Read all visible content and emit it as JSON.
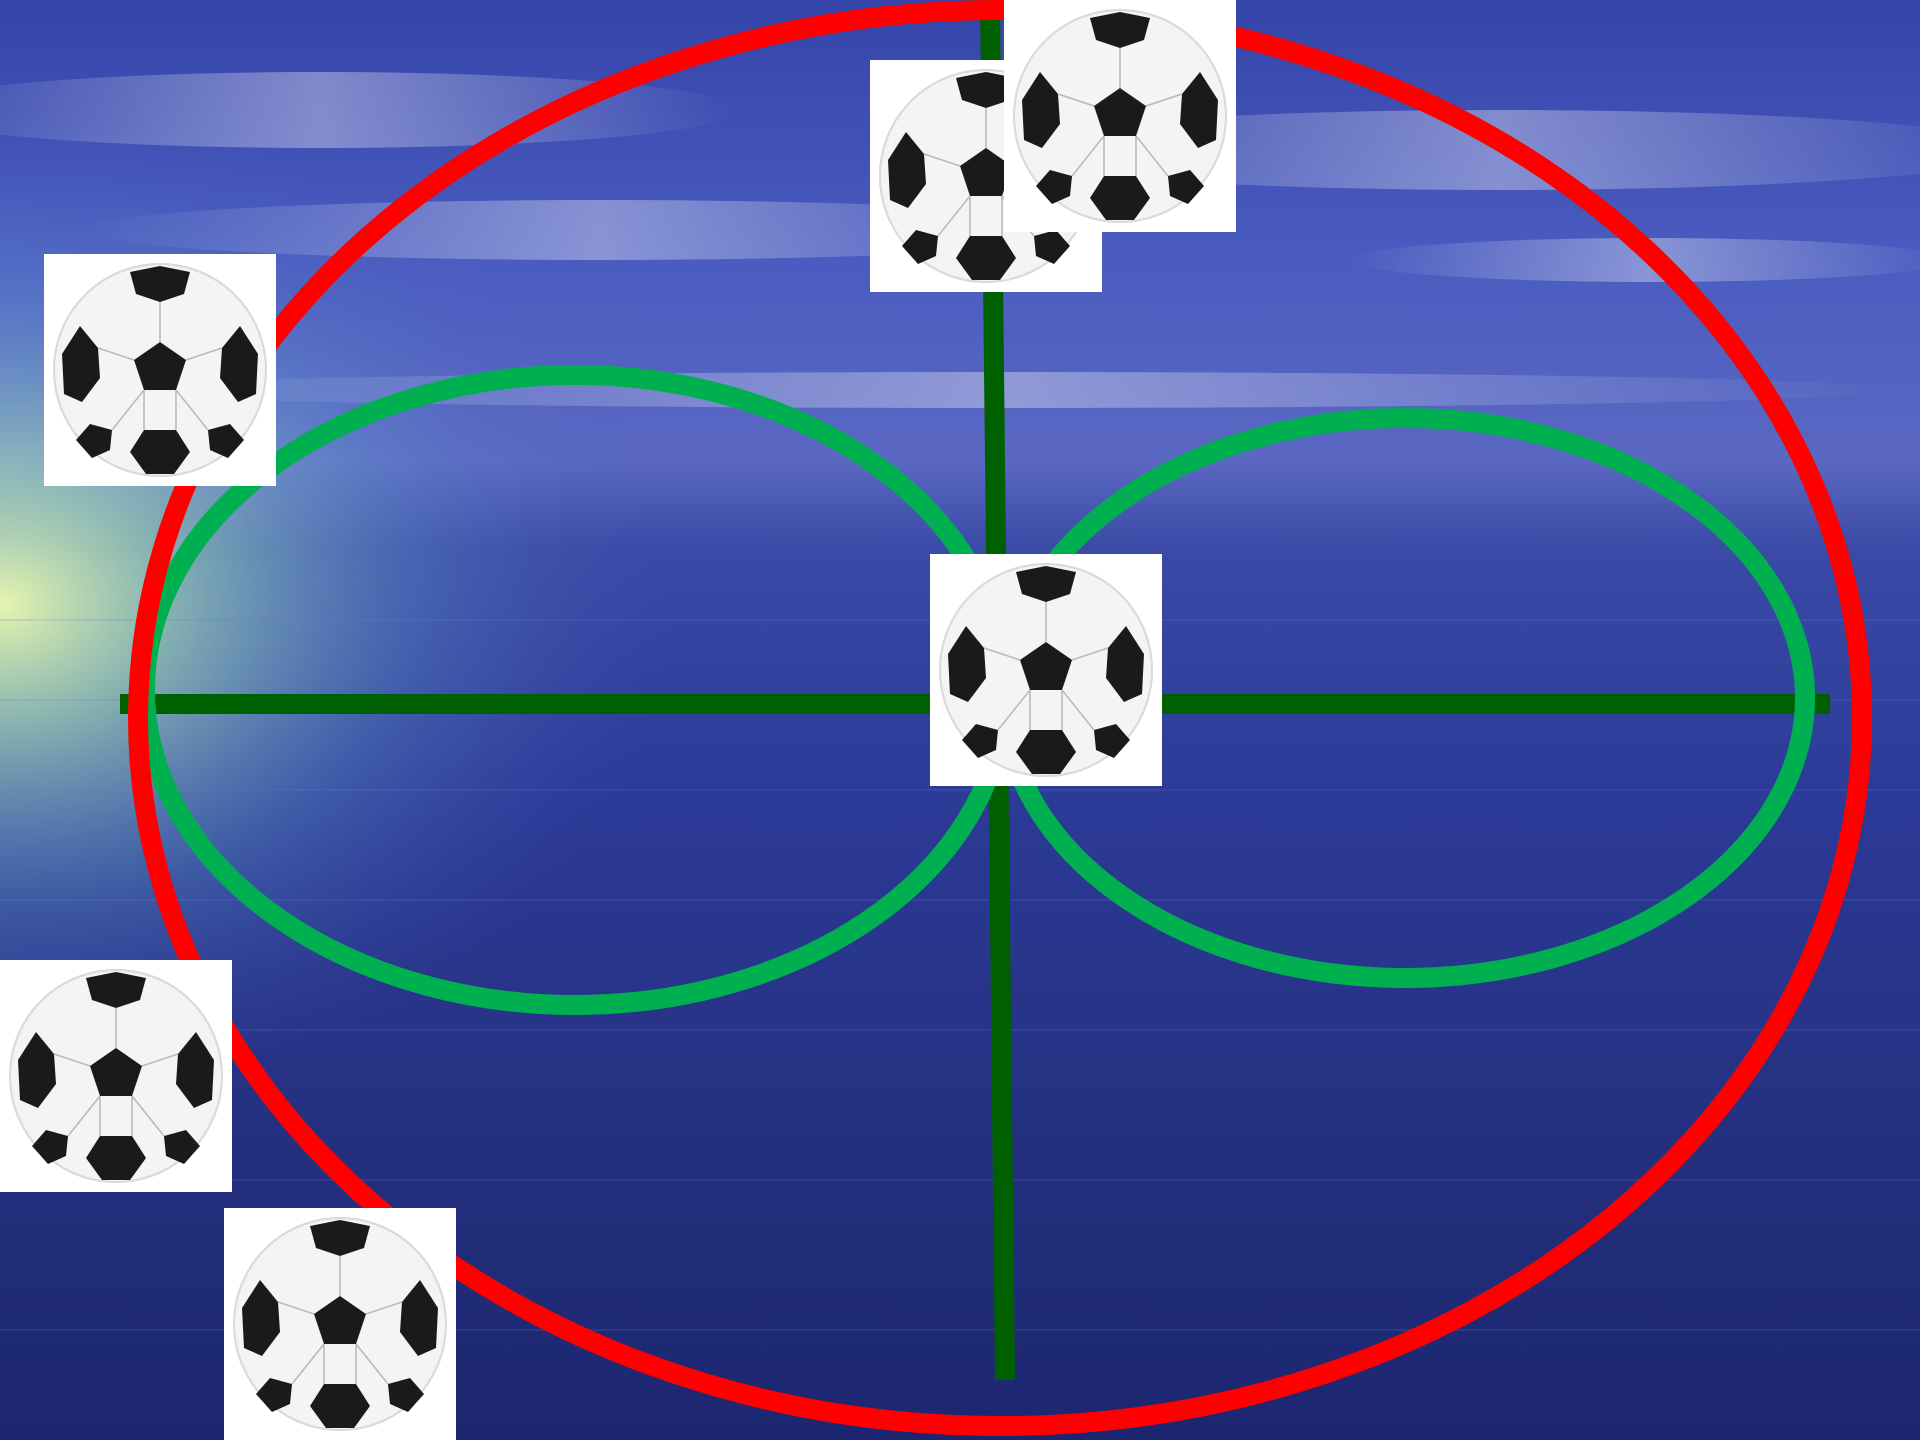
{
  "colors": {
    "sky_top": "#3d4fb3",
    "sky_mid": "#5a6cc4",
    "sea": "#2a3590",
    "sea_deep": "#1e2670",
    "sun_glow": "#d8f0a0",
    "outer_ellipse": "#ff0000",
    "inner_ellipses": "#00b050",
    "axes": "#006000",
    "ball_white": "#ffffff",
    "ball_panel": "#1a1a1a"
  },
  "icons": {
    "ball": "soccer-ball-icon"
  },
  "balls": [
    {
      "id": "top-left-of-pair",
      "icon": "soccer-ball-icon"
    },
    {
      "id": "top-right-of-pair",
      "icon": "soccer-ball-icon"
    },
    {
      "id": "upper-left",
      "icon": "soccer-ball-icon"
    },
    {
      "id": "center",
      "icon": "soccer-ball-icon"
    },
    {
      "id": "lower-left",
      "icon": "soccer-ball-icon"
    },
    {
      "id": "bottom-left",
      "icon": "soccer-ball-icon"
    }
  ]
}
